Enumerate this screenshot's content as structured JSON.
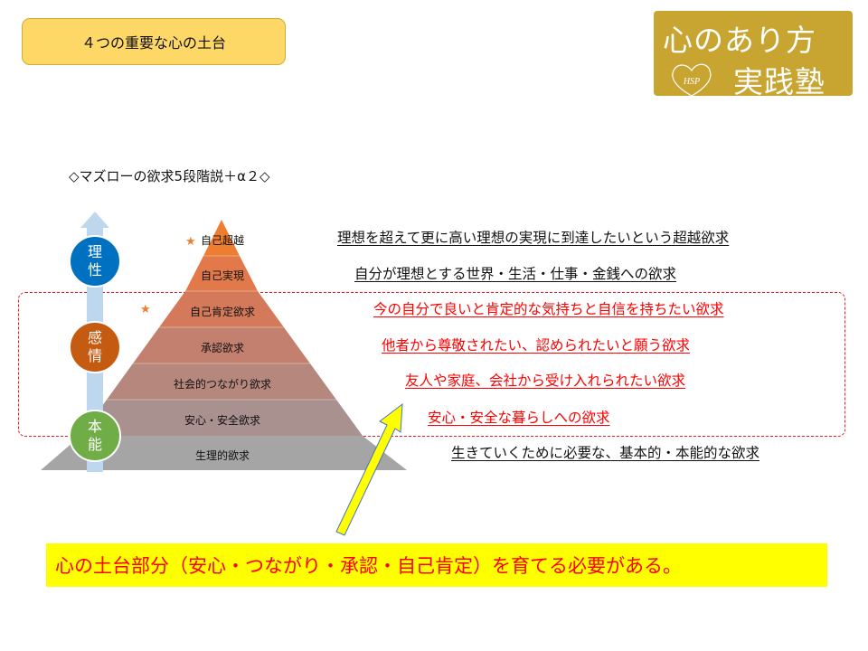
{
  "header": {
    "title": "４つの重要な心の土台"
  },
  "logo": {
    "line1": "心のあり方",
    "line2": "実践塾",
    "heart_text": "HSP",
    "color": "#c8a431"
  },
  "subtitle": "◇マズローの欲求5段階説＋α２◇",
  "pyramid": {
    "layers": [
      {
        "label": "自己超越",
        "starred": true,
        "color": "#ed7d31",
        "description": "理想を超えて更に高い理想の実現に到達したいという超越欲求",
        "desc_color": "black"
      },
      {
        "label": "自己実現",
        "starred": false,
        "color": "#e1794a",
        "description": "自分が理想とする世界・生活・仕事・金銭への欲求",
        "desc_color": "black"
      },
      {
        "label": "自己肯定欲求",
        "starred": true,
        "color": "#d47a5a",
        "description": "今の自分で良いと肯定的な気持ちと自信を持ちたい欲求",
        "desc_color": "red"
      },
      {
        "label": "承認欲求",
        "starred": false,
        "color": "#c4806e",
        "description": "他者から尊敬されたい、認められたいと願う欲求",
        "desc_color": "red"
      },
      {
        "label": "社会的つながり欲求",
        "starred": false,
        "color": "#b6877d",
        "description": "友人や家庭、会社から受け入れられたい欲求",
        "desc_color": "red"
      },
      {
        "label": "安心・安全欲求",
        "starred": false,
        "color": "#a99190",
        "description": "安心・安全な暮らしへの欲求",
        "desc_color": "red"
      },
      {
        "label": "生理的欲求",
        "starred": false,
        "color": "#a5a5a5",
        "description": "生きていくために必要な、基本的・本能的な欲求",
        "desc_color": "black"
      }
    ],
    "star_glyph": "★"
  },
  "axis": {
    "circles": [
      {
        "line1": "理",
        "line2": "性",
        "color": "#0070c0"
      },
      {
        "line1": "感",
        "line2": "情",
        "color": "#c55a11"
      },
      {
        "line1": "本",
        "line2": "能",
        "color": "#70ad47"
      }
    ]
  },
  "banner": {
    "text": "心の土台部分（安心・つながり・承認・自己肯定）を育てる必要がある。"
  }
}
